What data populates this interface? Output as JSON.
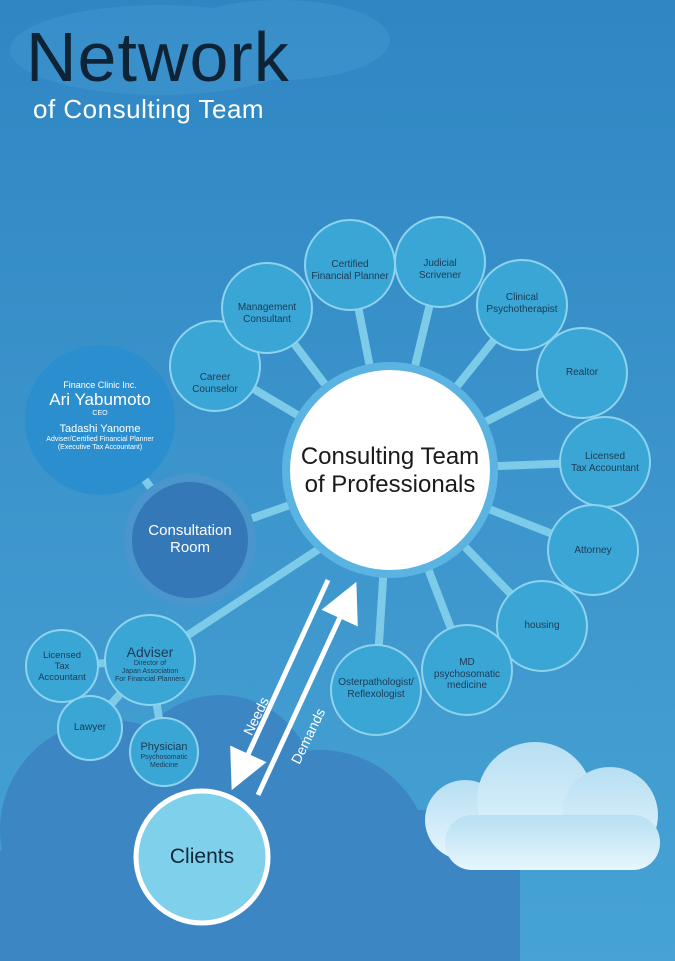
{
  "header": {
    "title": "Network",
    "subtitle": "of Consulting Team"
  },
  "center": {
    "line1": "Consulting Team",
    "line2": "of Professionals"
  },
  "professionals": [
    {
      "line1": "Career",
      "line2": "Counselor"
    },
    {
      "line1": "Management",
      "line2": "Consultant"
    },
    {
      "line1": "Certified",
      "line2": "Financial Planner"
    },
    {
      "line1": "Judicial",
      "line2": "Scrivener"
    },
    {
      "line1": "Clinical",
      "line2": "Psychotherapist"
    },
    {
      "line1": "Realtor",
      "line2": ""
    },
    {
      "line1": "Licensed",
      "line2": "Tax Accountant"
    },
    {
      "line1": "Attorney",
      "line2": ""
    },
    {
      "line1": "housing",
      "line2": ""
    },
    {
      "line1": "MD",
      "line2": "psychosomatic",
      "line3": "medicine"
    },
    {
      "line1": "Osterpathologist/",
      "line2": "Reflexologist"
    }
  ],
  "clinic": {
    "company": "Finance Clinic Inc.",
    "ceo_name": "Ari Yabumoto",
    "ceo_title": "CEO",
    "adviser_name": "Tadashi Yanome",
    "adviser_title": "Adviser/Certified Financial Planner",
    "adviser_note": "(Executive Tax Accountant)"
  },
  "consultation": {
    "line1": "Consultation",
    "line2": "Room"
  },
  "adviser": {
    "name": "Adviser",
    "line1": "Director of",
    "line2": "Japan Association",
    "line3": "For Financial Planners"
  },
  "adviser_network": {
    "tax": {
      "line1": "Licensed",
      "line2": "Tax",
      "line3": "Accountant"
    },
    "lawyer": "Lawyer",
    "physician": {
      "name": "Physician",
      "line1": "Psychosomatic",
      "line2": "Medicine"
    }
  },
  "flows": {
    "needs": "Needs",
    "demands": "Demands"
  },
  "clients": "Clients",
  "colors": {
    "background": "#3b93cb",
    "node_fill": "#3aa6d6",
    "node_stroke": "#8ed3ee",
    "center_fill": "#ffffff",
    "consultation_fill": "#3478b8",
    "cloud": "#3d86c4",
    "title": "#0f2336"
  }
}
